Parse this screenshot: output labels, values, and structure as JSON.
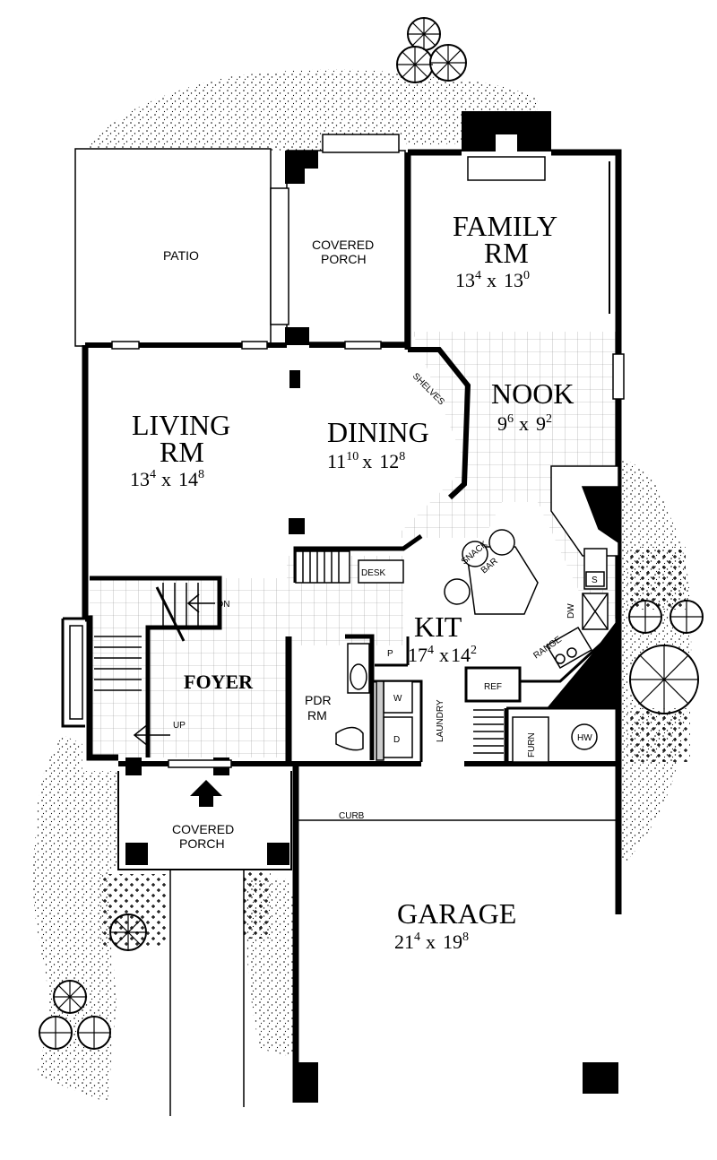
{
  "rooms": {
    "patio": "PATIO",
    "covered_porch_rear_1": "COVERED",
    "covered_porch_rear_2": "PORCH",
    "family_1": "FAMILY",
    "family_2": "RM",
    "family_dim": {
      "a": "13",
      "a_sup": "4",
      "x": "x",
      "b": "13",
      "b_sup": "0"
    },
    "nook": "NOOK",
    "nook_dim": {
      "a": "9",
      "a_sup": "6",
      "x": "x",
      "b": "9",
      "b_sup": "2"
    },
    "living_1": "LIVING",
    "living_2": "RM",
    "living_dim": {
      "a": "13",
      "a_sup": "4",
      "x": "x",
      "b": "14",
      "b_sup": "8"
    },
    "dining": "DINING",
    "dining_dim": {
      "a": "11",
      "a_sup": "10",
      "x": "x",
      "b": "12",
      "b_sup": "8"
    },
    "shelves": "SHELVES",
    "snack_1": "SNACK",
    "snack_2": "BAR",
    "desk": "DESK",
    "dn": "DN",
    "kit": "KIT",
    "kit_dim": {
      "a": "17",
      "a_sup": "4",
      "x": "x",
      "b": "14",
      "b_sup": "2"
    },
    "foyer": "FOYER",
    "up": "UP",
    "pdr_1": "PDR",
    "pdr_2": "RM",
    "p": "P",
    "w": "W",
    "d": "D",
    "laundry": "LAUNDRY",
    "ref": "REF",
    "range": "RANGE",
    "dw": "DW",
    "s": "S",
    "furn": "FURN",
    "hw": "HW",
    "curb": "CURB",
    "covered_porch_front_1": "COVERED",
    "covered_porch_front_2": "PORCH",
    "garage": "GARAGE",
    "garage_dim": {
      "a": "21",
      "a_sup": "4",
      "x": "x",
      "b": "19",
      "b_sup": "8"
    }
  }
}
